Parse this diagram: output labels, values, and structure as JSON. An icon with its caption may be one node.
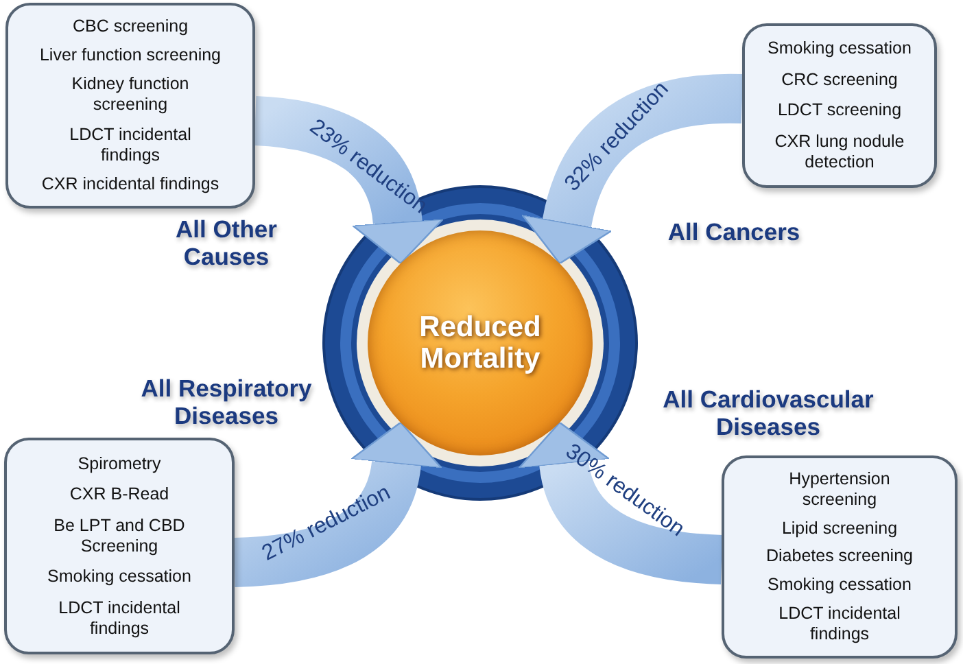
{
  "diagram": {
    "nodes": [
      {
        "text": [
          "Reduced Mortality"
        ]
      },
      {
        "text": [
          "CBC screening",
          "Liver function screening",
          "Kidney function screening",
          "LDCT incidental findings",
          "CXR incidental findings"
        ],
        "beside": [
          "All Other Causes"
        ]
      },
      {
        "text": [
          "Smoking cessation",
          "CRC screening",
          "LDCT screening",
          "CXR lung nodule detection"
        ],
        "beside": [
          "All Cancers"
        ]
      },
      {
        "text": [
          "Spirometry",
          "CXR B-Read",
          "Be LPT and CBD Screening",
          "Smoking cessation",
          "LDCT incidental findings"
        ],
        "beside": [
          "All Respiratory Diseases"
        ]
      },
      {
        "text": [
          "Hypertension screening",
          "Lipid screening",
          "Diabetes screening",
          "Smoking cessation",
          "LDCT incidental findings"
        ],
        "beside": [
          "All Cardiovascular Diseases"
        ]
      }
    ],
    "edges": [
      {
        "from": 1,
        "to": 0,
        "arrow": "to",
        "label": "23% reduction"
      },
      {
        "from": 2,
        "to": 0,
        "arrow": "to",
        "label": "32% reduction"
      },
      {
        "from": 3,
        "to": 0,
        "arrow": "to",
        "label": "27% reduction"
      },
      {
        "from": 4,
        "to": 0,
        "arrow": "to",
        "label": "30% reduction"
      }
    ]
  }
}
